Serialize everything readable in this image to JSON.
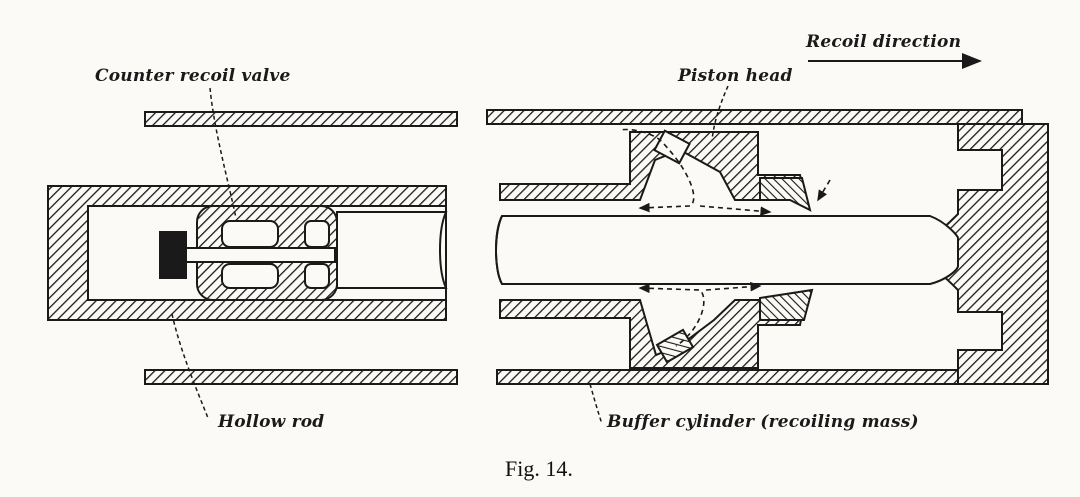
{
  "figure": {
    "caption": "Fig. 14.",
    "labels": {
      "counter_recoil_valve": "Counter recoil valve",
      "hollow_rod": "Hollow rod",
      "piston_head": "Piston head",
      "recoil_direction": "Recoil direction",
      "buffer_cylinder": "Buffer cylinder (recoiling mass)"
    }
  },
  "colors": {
    "ink": "#1a1a1a",
    "paper": "#fbfaf7"
  }
}
